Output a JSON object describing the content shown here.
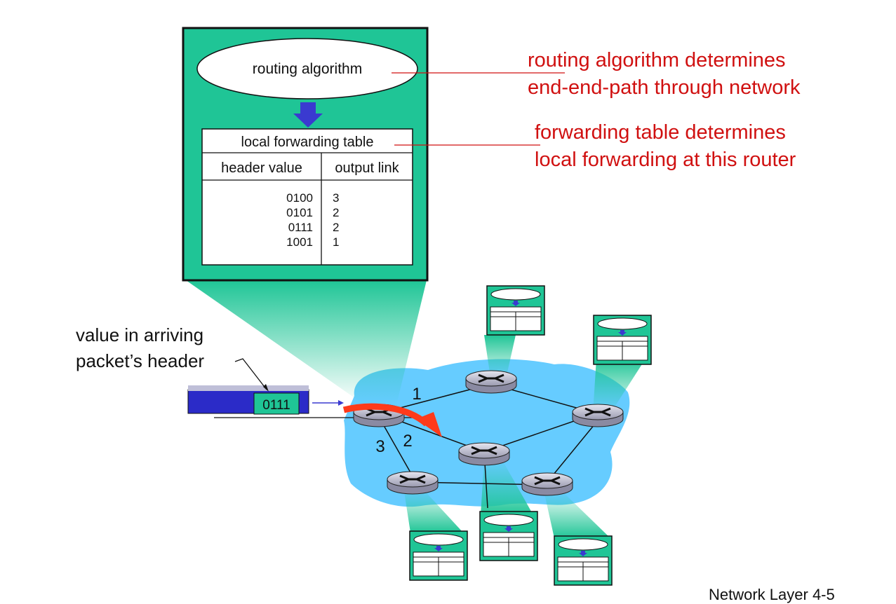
{
  "colors": {
    "router_box": "#1fc596",
    "network": "#66ccff",
    "annotation": "#d01010",
    "packet": "#2b2bc8",
    "arrow_down": "#3a3ad0",
    "red_arrow": "#ff3a1a"
  },
  "router_box": {
    "algorithm_label": "routing algorithm",
    "table_title": "local forwarding table",
    "col_header_value": "header value",
    "col_output_link": "output link",
    "rows": [
      {
        "value": "0100",
        "link": "3"
      },
      {
        "value": "0101",
        "link": "2"
      },
      {
        "value": "0111",
        "link": "2"
      },
      {
        "value": "1001",
        "link": "1"
      }
    ]
  },
  "annotations": {
    "routing_line1": "routing algorithm determines",
    "routing_line2": "end-end-path through network",
    "forwarding_line1": "forwarding table determines",
    "forwarding_line2": "local forwarding at this router"
  },
  "packet": {
    "caption_line1": "value in arriving",
    "caption_line2": "packet’s header",
    "header_value": "0111"
  },
  "links": {
    "link1": "1",
    "link2": "2",
    "link3": "3"
  },
  "footer": "Network Layer 4-5"
}
